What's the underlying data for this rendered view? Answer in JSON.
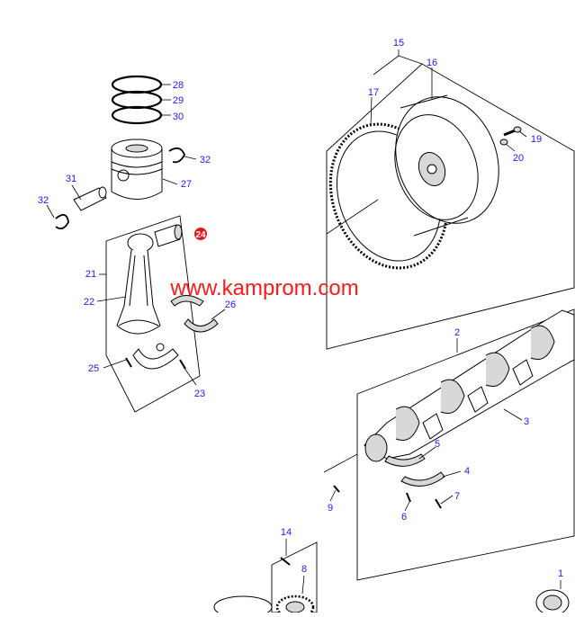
{
  "diagram": {
    "watermark": "www.kamprom.com",
    "highlight_color": "#e8151b",
    "number_color": "#1a1aff",
    "callouts": [
      "15",
      "16",
      "17",
      "19",
      "20",
      "28",
      "29",
      "30",
      "32",
      "27",
      "31",
      "32",
      "24",
      "21",
      "22",
      "26",
      "25",
      "23",
      "2",
      "3",
      "5",
      "4",
      "7",
      "6",
      "9",
      "14",
      "8",
      "1"
    ]
  }
}
